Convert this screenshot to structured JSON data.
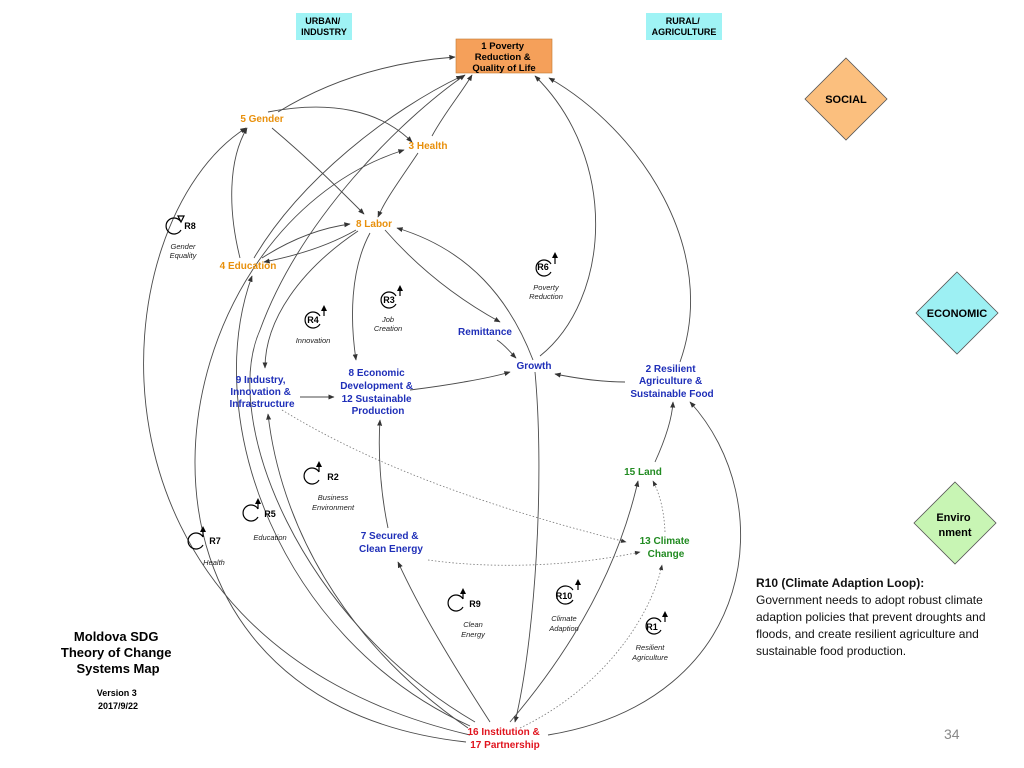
{
  "headers": {
    "urban": [
      "URBAN/",
      "INDUSTRY"
    ],
    "rural": [
      "RURAL/",
      "AGRICULTURE"
    ]
  },
  "nodes": {
    "n1": [
      "1 Poverty",
      "Reduction &",
      "Quality of Life"
    ],
    "n5": [
      "5 Gender"
    ],
    "n3": [
      "3 Health"
    ],
    "n8": [
      "8 Labor"
    ],
    "n4": [
      "4 Education"
    ],
    "remit": [
      "Remittance"
    ],
    "growth": [
      "Growth"
    ],
    "n9": [
      "9 Industry,",
      "Innovation &",
      "Infrastructure"
    ],
    "n8e": [
      "8 Economic",
      "Development &",
      "12 Sustainable",
      "Production"
    ],
    "n2": [
      "2 Resilient",
      "Agriculture &",
      "Sustainable Food"
    ],
    "n15": [
      "15 Land"
    ],
    "n7": [
      "7 Secured &",
      "Clean Energy"
    ],
    "n13": [
      "13 Climate",
      "Change"
    ],
    "n16": [
      "16 Institution &",
      "17 Partnership"
    ]
  },
  "loops": {
    "R8": {
      "id": "R8",
      "name": [
        "Gender",
        "Equality"
      ]
    },
    "R6": {
      "id": "R6",
      "name": [
        "Poverty",
        "Reduction"
      ]
    },
    "R3": {
      "id": "R3",
      "name": [
        "Job",
        "Creation"
      ]
    },
    "R4": {
      "id": "R4",
      "name": [
        "Innovation"
      ]
    },
    "R2": {
      "id": "R2",
      "name": [
        "Business",
        "Environment"
      ]
    },
    "R5": {
      "id": "R5",
      "name": [
        "Education"
      ]
    },
    "R7": {
      "id": "R7",
      "name": [
        "Health"
      ]
    },
    "R9": {
      "id": "R9",
      "name": [
        "Clean",
        "Energy"
      ]
    },
    "R10": {
      "id": "R10",
      "name": [
        "Climate",
        "Adaption"
      ]
    },
    "R1": {
      "id": "R1",
      "name": [
        "Resilient",
        "Agriculture"
      ]
    }
  },
  "legend": {
    "social": [
      "SOCIAL"
    ],
    "economic": [
      "ECONOMIC"
    ],
    "environment": [
      "Enviro",
      "nment"
    ]
  },
  "title": {
    "lines": [
      "Moldova SDG",
      "Theory of Change",
      "Systems Map"
    ],
    "version": [
      "Version 3",
      "2017/9/22"
    ]
  },
  "note": {
    "title": "R10 (Climate Adaption Loop):",
    "body": "Government needs to adopt robust climate adaption policies that prevent droughts and floods, and create resilient agriculture and sustainable food production."
  },
  "page_number": "34",
  "colors": {
    "social": "#f5a05a",
    "social_legend": "#fbbf7e",
    "economic": "#9df0f3",
    "environment": "#c8f5b4",
    "header_bg": "#9ff3f5",
    "orange_text": "#e8900c",
    "blue_text": "#1f2fb8",
    "green_text": "#228b22",
    "red_text": "#e0141e"
  }
}
